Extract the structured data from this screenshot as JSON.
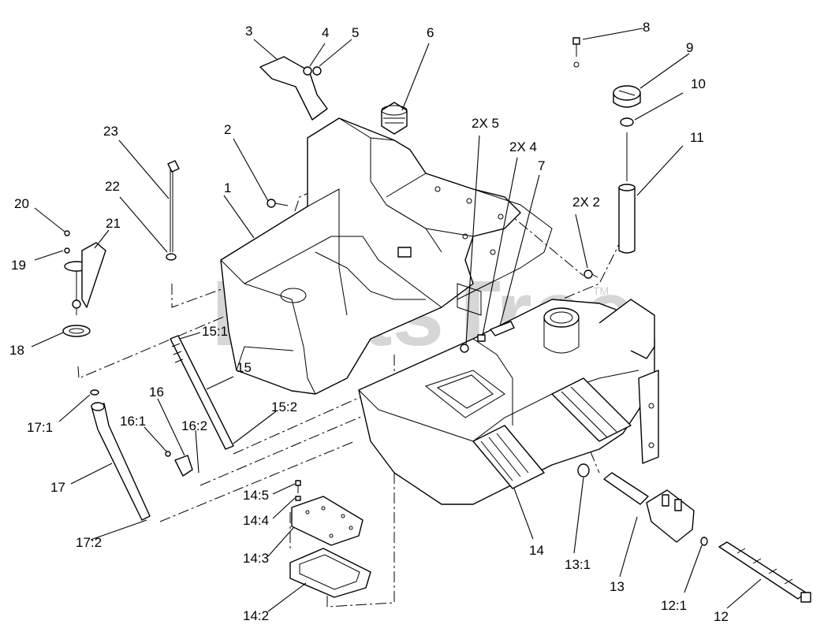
{
  "watermark": {
    "text": "PartsTree",
    "trademark": "TM"
  },
  "callouts": [
    {
      "id": "c-1",
      "label": "1"
    },
    {
      "id": "c-2",
      "label": "2"
    },
    {
      "id": "c-3",
      "label": "3"
    },
    {
      "id": "c-4",
      "label": "4"
    },
    {
      "id": "c-5",
      "label": "5"
    },
    {
      "id": "c-6",
      "label": "6"
    },
    {
      "id": "c-2x5",
      "label": "2X 5"
    },
    {
      "id": "c-2x4",
      "label": "2X 4"
    },
    {
      "id": "c-7",
      "label": "7"
    },
    {
      "id": "c-8",
      "label": "8"
    },
    {
      "id": "c-9",
      "label": "9"
    },
    {
      "id": "c-10",
      "label": "10"
    },
    {
      "id": "c-11",
      "label": "11"
    },
    {
      "id": "c-2x2",
      "label": "2X 2"
    },
    {
      "id": "c-23",
      "label": "23"
    },
    {
      "id": "c-22",
      "label": "22"
    },
    {
      "id": "c-20",
      "label": "20"
    },
    {
      "id": "c-21",
      "label": "21"
    },
    {
      "id": "c-19",
      "label": "19"
    },
    {
      "id": "c-18",
      "label": "18"
    },
    {
      "id": "c-15-1",
      "label": "15:1"
    },
    {
      "id": "c-15",
      "label": "15"
    },
    {
      "id": "c-15-2",
      "label": "15:2"
    },
    {
      "id": "c-16",
      "label": "16"
    },
    {
      "id": "c-16-1",
      "label": "16:1"
    },
    {
      "id": "c-16-2",
      "label": "16:2"
    },
    {
      "id": "c-17-1",
      "label": "17:1"
    },
    {
      "id": "c-17",
      "label": "17"
    },
    {
      "id": "c-17-2",
      "label": "17:2"
    },
    {
      "id": "c-14-5",
      "label": "14:5"
    },
    {
      "id": "c-14-4",
      "label": "14:4"
    },
    {
      "id": "c-14-3",
      "label": "14:3"
    },
    {
      "id": "c-14-2",
      "label": "14:2"
    },
    {
      "id": "c-14",
      "label": "14"
    },
    {
      "id": "c-13-1",
      "label": "13:1"
    },
    {
      "id": "c-13",
      "label": "13"
    },
    {
      "id": "c-12-1",
      "label": "12:1"
    },
    {
      "id": "c-12",
      "label": "12"
    }
  ]
}
